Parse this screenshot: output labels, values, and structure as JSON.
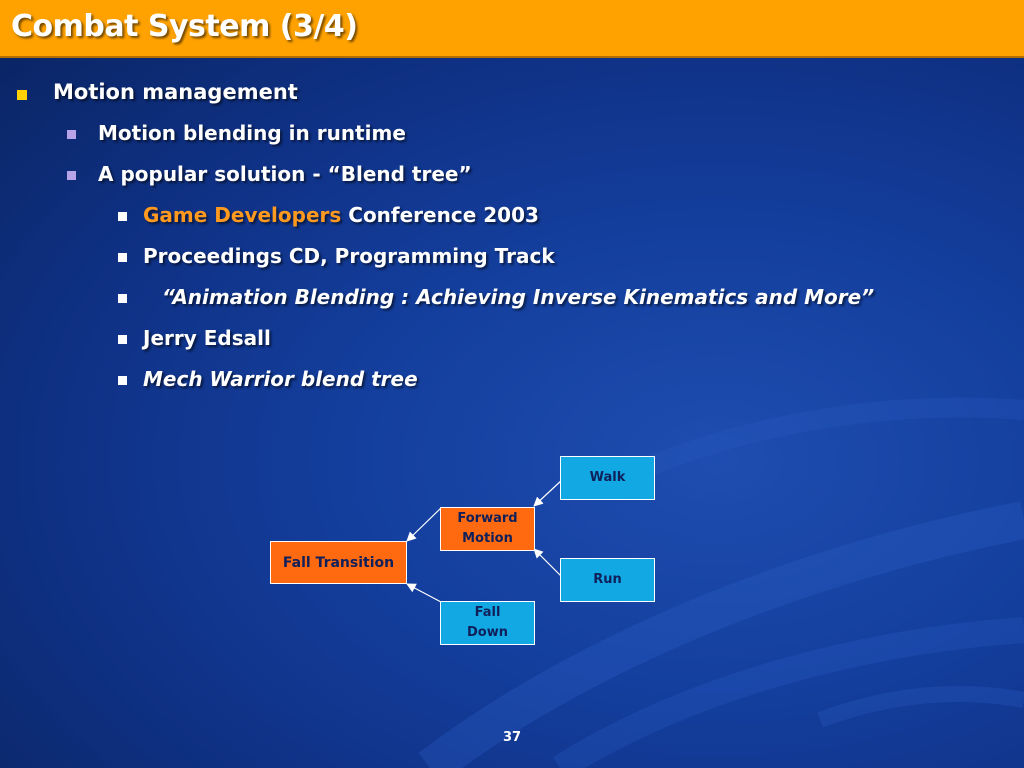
{
  "slide": {
    "title": "Combat System (3/4)",
    "page_number": "37"
  },
  "bullets": {
    "l1_motion_management": "Motion management",
    "l2_motion_blending": "Motion blending in runtime",
    "l2_popular_solution": "A popular solution - “Blend tree”",
    "l3_gdc_highlight": "Game Developers",
    "l3_gdc_rest": " Conference 2003",
    "l3_proceedings": "Proceedings CD, Programming Track",
    "l3_paper_open_quote": "“",
    "l3_paper_title": "Animation Blending : Achieving Inverse Kinematics and More”",
    "l3_author": "Jerry Edsall",
    "l3_mech_warrior": "Mech Warrior blend tree"
  },
  "diagram": {
    "walk": "Walk",
    "forward_motion_line1": "Forward",
    "forward_motion_line2": "Motion",
    "fall_transition": "Fall Transition",
    "run": "Run",
    "fall_down_line1": "Fall",
    "fall_down_line2": "Down"
  },
  "colors": {
    "title_bar": "#ffa200",
    "highlight_text": "#ff9a1f",
    "orange_box": "#ff6a10",
    "cyan_box": "#12a8e3",
    "level1_bullet": "#ffd200",
    "level2_bullet": "#b7a4e8",
    "level3_bullet": "#ffffff"
  }
}
